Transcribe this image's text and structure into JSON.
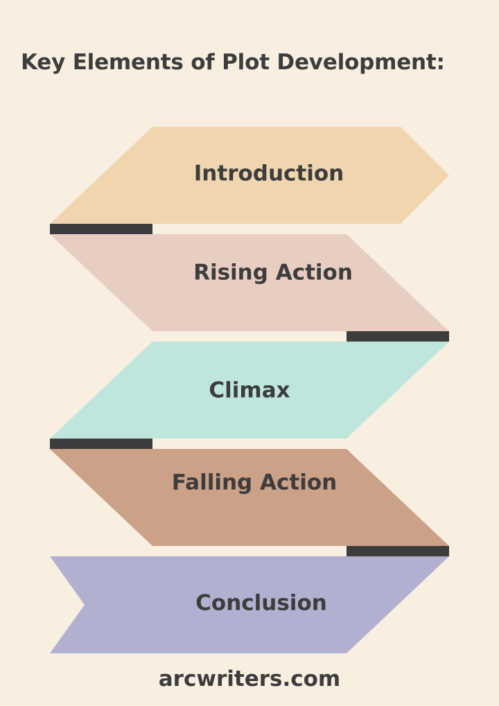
{
  "title": "Key Elements of Plot Development:",
  "steps": [
    {
      "label": "Introduction",
      "color": "#f0d5ae"
    },
    {
      "label": "Rising Action",
      "color": "#e8cdc2"
    },
    {
      "label": "Climax",
      "color": "#bfe6dd"
    },
    {
      "label": "Falling Action",
      "color": "#cba187"
    },
    {
      "label": "Conclusion",
      "color": "#b2b0d0"
    }
  ],
  "connector_color": "#3d3d3d",
  "footer": "arcwriters.com"
}
